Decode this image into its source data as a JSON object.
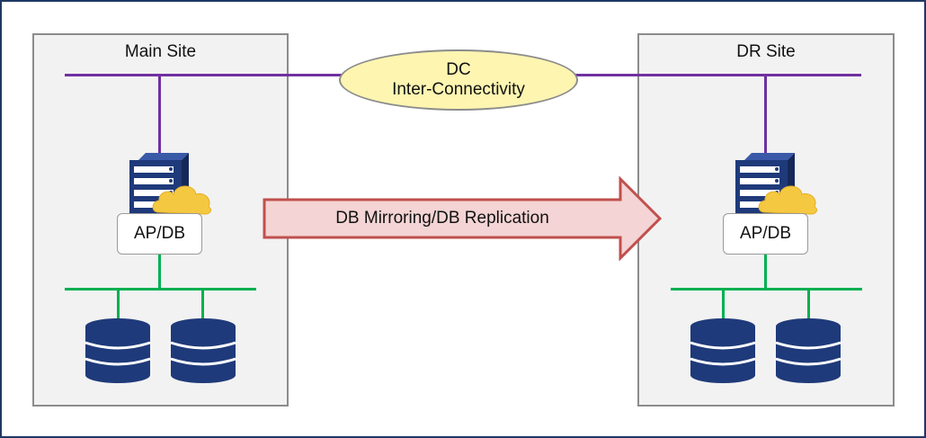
{
  "diagram": {
    "main_site": {
      "label": "Main Site",
      "node_label": "AP/DB"
    },
    "dr_site": {
      "label": "DR Site",
      "node_label": "AP/DB"
    },
    "interconnect": {
      "line1": "DC",
      "line2": "Inter-Connectivity"
    },
    "replication_arrow": {
      "label": "DB Mirroring/DB Replication"
    },
    "colors": {
      "frame": "#1f3864",
      "wan_line": "#7030a0",
      "lan_line": "#00b050",
      "server_blue": "#1f3a7a",
      "cloud": "#f5c842",
      "arrow_fill": "#f4d4d4",
      "arrow_stroke": "#c0504d",
      "ellipse_fill": "#fdf5b0"
    },
    "icons": [
      "server-icon",
      "cloud-icon",
      "database-icon"
    ]
  }
}
